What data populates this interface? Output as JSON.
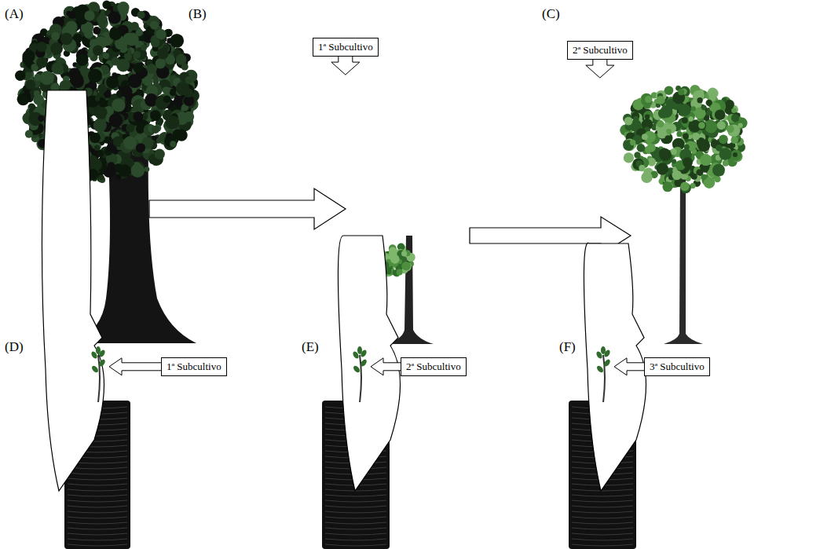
{
  "diagram": {
    "nodes": [
      {
        "text": [
          "1ª Subcultivo"
        ]
      },
      {
        "text": [
          "2ª Subcultivo"
        ]
      },
      {
        "text": [
          "1ª Subcultivo"
        ]
      },
      {
        "text": [
          "2ª Subcultivo"
        ]
      },
      {
        "text": [
          "3ª Subcultivo"
        ]
      }
    ],
    "labels": [
      "(A)",
      "(B)",
      "(C)",
      "(D)",
      "(E)",
      "(F)"
    ]
  }
}
